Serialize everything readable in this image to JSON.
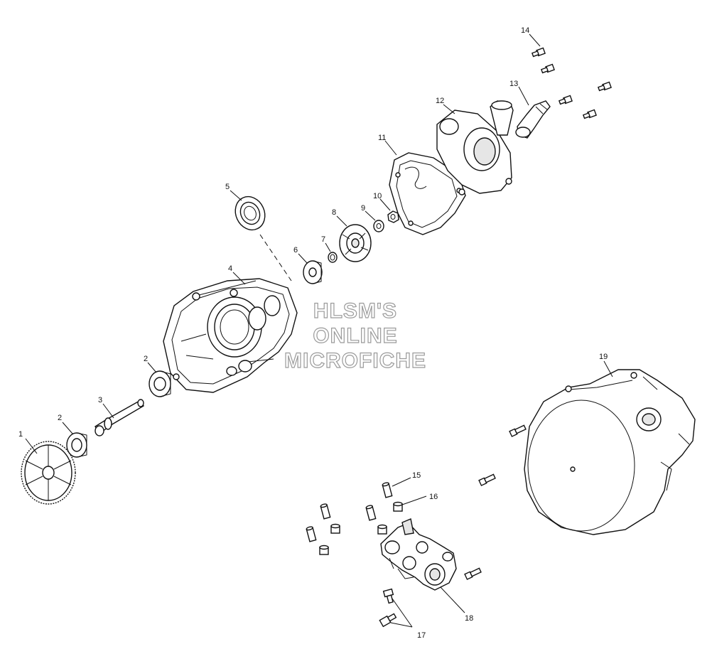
{
  "watermark": {
    "line1": "HLSM'S",
    "line2": "ONLINE",
    "line3": "MICROFICHE"
  },
  "callouts": [
    {
      "id": "1",
      "label": "1"
    },
    {
      "id": "2a",
      "label": "2"
    },
    {
      "id": "2b",
      "label": "2"
    },
    {
      "id": "3",
      "label": "3"
    },
    {
      "id": "4",
      "label": "4"
    },
    {
      "id": "5",
      "label": "5"
    },
    {
      "id": "6",
      "label": "6"
    },
    {
      "id": "7",
      "label": "7"
    },
    {
      "id": "8",
      "label": "8"
    },
    {
      "id": "9",
      "label": "9"
    },
    {
      "id": "10",
      "label": "10"
    },
    {
      "id": "11",
      "label": "11"
    },
    {
      "id": "12",
      "label": "12"
    },
    {
      "id": "13",
      "label": "13"
    },
    {
      "id": "14",
      "label": "14"
    },
    {
      "id": "15",
      "label": "15"
    },
    {
      "id": "16",
      "label": "16"
    },
    {
      "id": "17",
      "label": "17"
    },
    {
      "id": "18",
      "label": "18"
    },
    {
      "id": "19",
      "label": "19"
    }
  ]
}
